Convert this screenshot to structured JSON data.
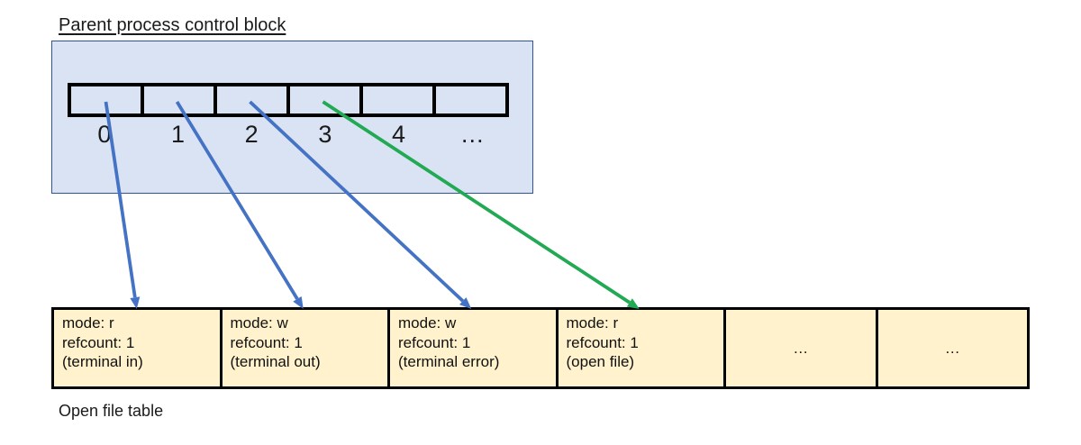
{
  "title": "Parent process control block",
  "pcb": {
    "fd_indices": [
      "0",
      "1",
      "2",
      "3",
      "4",
      "…"
    ]
  },
  "open_file_table": {
    "label": "Open file table",
    "entries": [
      {
        "lines": [
          "mode: r",
          "refcount: 1",
          "(terminal in)"
        ]
      },
      {
        "lines": [
          "mode: w",
          "refcount: 1",
          "(terminal out)"
        ]
      },
      {
        "lines": [
          "mode: w",
          "refcount: 1",
          "(terminal error)"
        ]
      },
      {
        "lines": [
          "mode: r",
          "refcount: 1",
          "(open file)"
        ]
      },
      {
        "lines": [
          "…"
        ]
      },
      {
        "lines": [
          "…"
        ]
      }
    ]
  },
  "arrows": [
    {
      "from_fd": 0,
      "to_entry": 0,
      "color": "#4472c4"
    },
    {
      "from_fd": 1,
      "to_entry": 1,
      "color": "#4472c4"
    },
    {
      "from_fd": 2,
      "to_entry": 2,
      "color": "#4472c4"
    },
    {
      "from_fd": 3,
      "to_entry": 3,
      "color": "#21a953"
    }
  ],
  "colors": {
    "arrow_blue": "#4472c4",
    "arrow_green": "#21a953",
    "pcb_fill": "#dae3f3",
    "pcb_border": "#2f5597",
    "table_fill": "#fff2cc",
    "table_border": "#000000"
  }
}
